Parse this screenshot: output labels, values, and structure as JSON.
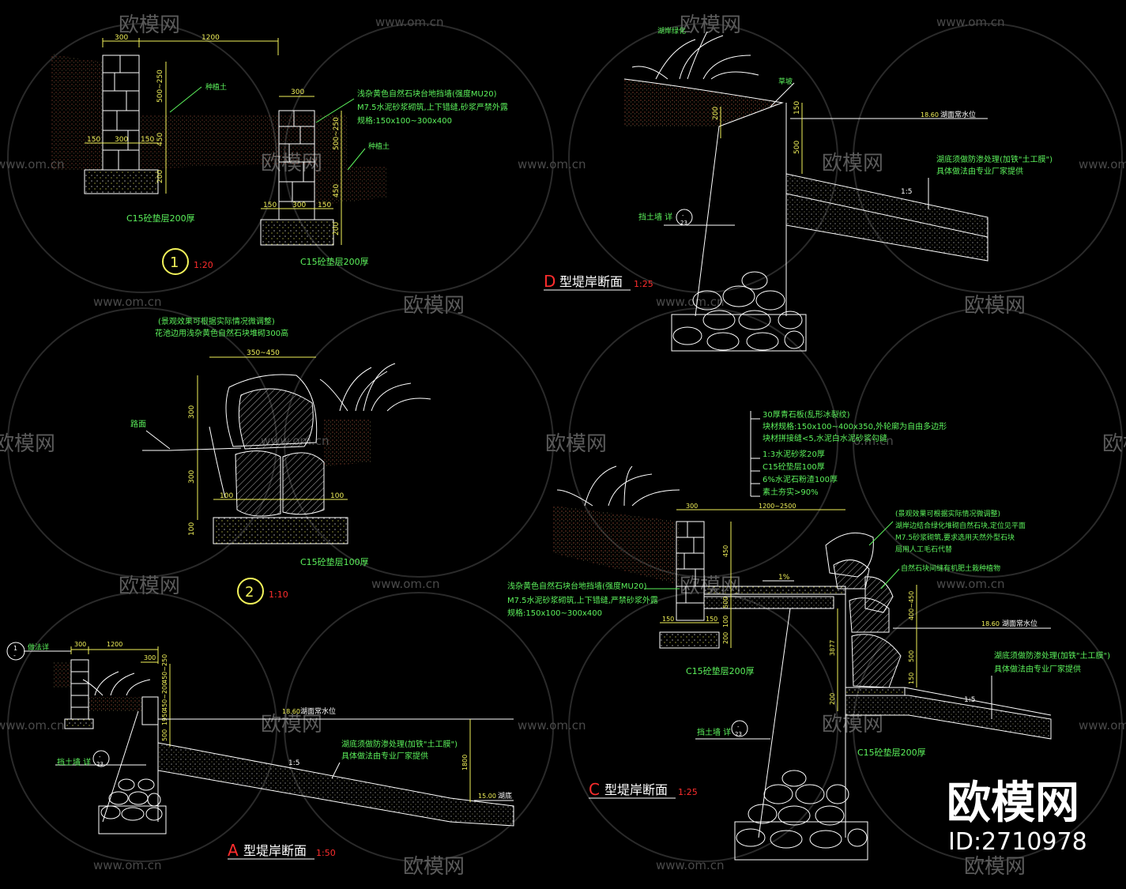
{
  "watermark": {
    "brand": "欧模网",
    "url": "www.om.cn",
    "url_fragment": "o.m.cn",
    "big_brand": "欧模网",
    "id_label": "ID:2710978"
  },
  "detail1": {
    "dims": {
      "top_300": "300",
      "top_1200": "1200",
      "h_500_250": "500~250",
      "h_450": "450",
      "h_200": "200",
      "b_150a": "150",
      "b_300": "300",
      "b_150b": "150",
      "r_300": "300",
      "r_500_250": "500~250",
      "r_450": "450",
      "r_200": "200",
      "rb_150a": "150",
      "rb_300": "300",
      "rb_150b": "150"
    },
    "soil_label": "种植土",
    "soil_label2": "种植土",
    "base_label": "C15砼垫层200厚",
    "base_label2": "C15砼垫层200厚",
    "note1": "浅杂黄色自然石块台地挡墙(强度MU20)",
    "note2": "M7.5水泥砂浆砌筑,上下错缝,砂浆严禁外露",
    "note3": "规格:150x100~300x400",
    "circle_no": "1",
    "scale": "1:20"
  },
  "detail2": {
    "note1": "(景观效果可根据实际情况微调整)",
    "note2": "花池边用浅杂黄色自然石块堆砌300高",
    "dim_top": "350~450",
    "dim_h1": "300",
    "dim_h2": "300",
    "dim_h3": "100",
    "dim_b1": "100",
    "dim_b2": "100",
    "road_label": "路面",
    "base_label": "C15砼垫层100厚",
    "circle_no": "2",
    "scale": "1:10"
  },
  "sectionD": {
    "plant_label": "湖岸绿化",
    "slope_label": "草坡",
    "water_level": "18.60",
    "water_label": "湖面常水位",
    "dim_200": "200",
    "dim_150": "150",
    "dim_500": "500",
    "liner1": "湖底须做防渗处理(加铁\"土工膜\")",
    "liner2": "具体做法由专业厂家提供",
    "slope_ratio": "1:5",
    "retaining": "挡土墙 详",
    "ref_top": "-",
    "ref_bottom": "23",
    "title_letter": "D",
    "title": "型堤岸断面",
    "scale": "1:25"
  },
  "sectionA": {
    "ref_top": "1",
    "ref_bottom": "-",
    "detail_ref": "做法详",
    "dim_300a": "300",
    "dim_1200": "1200",
    "dim_300b": "300",
    "dim_450_250": "450~250",
    "dim_450_200": "450~200",
    "dim_1950": "1950",
    "dim_500": "500",
    "dim_1800": "1800",
    "water_level": "18.60",
    "water_label": "湖面常水位",
    "liner1": "湖底须做防渗处理(加铁\"土工膜\")",
    "liner2": "具体做法由专业厂家提供",
    "slope_ratio": "1:5",
    "retaining": "挡土墙 详",
    "ref2_top": "-",
    "ref2_bottom": "23",
    "bed_level": "15.00",
    "bed_label": "湖底",
    "title_letter": "A",
    "title": "型堤岸断面",
    "scale": "1:50"
  },
  "sectionC": {
    "layers": [
      "30厚青石板(乱形冰裂纹)",
      "块材规格:150x100~400x350,外轮廓为自由多边形",
      "块材拼接缝<5,水泥白水泥砂浆勾缝",
      "1:3水泥砂浆20厚",
      "C15砼垫层100厚",
      "6%水泥石粉渣100厚",
      "素土夯实>90%"
    ],
    "dim_300": "300",
    "dim_1200_2500": "1200~2500",
    "dim_450": "450",
    "dim_500": "500",
    "dim_150a": "150",
    "dim_200": "200",
    "dim_150b": "150",
    "dim_100": "100",
    "dim_3877": "3877",
    "dim_200b": "200",
    "dim_400_450": "400~450",
    "dim_500b": "500",
    "dim_150c": "150",
    "grade": "1%",
    "wall_note1": "浅杂黄色自然石块台地挡墙(强度MU20)",
    "wall_note2": "M7.5水泥砂浆砌筑,上下错缝,严禁砂浆外露",
    "wall_note3": "规格:150x100~300x400",
    "base_label": "C15砼垫层200厚",
    "stone_note1": "(景观效果可根据实际情况微调整)",
    "stone_note2": "湖岸边结合绿化堆砌自然石块,定位见平面",
    "stone_note3": "M7.5砂浆砌筑,要求选用天然外型石块",
    "stone_note4": "局用人工毛石代替",
    "stone_note5": "自然石块间缝有机肥土栽种植物",
    "water_level": "18.60",
    "water_label": "湖面常水位",
    "liner1": "湖底须做防渗处理(加铁\"土工膜\")",
    "liner2": "具体做法由专业厂家提供",
    "slope_ratio": "1:5",
    "base_label2": "C15砼垫层200厚",
    "retaining": "挡土墙 详",
    "ref_top": "-",
    "ref_bottom": "23",
    "title_letter": "C",
    "title": "型堤岸断面",
    "scale": "1:25"
  },
  "colors": {
    "background": "#000000",
    "dimension": "#f2f25a",
    "annotation": "#5cf25c",
    "linework": "#ffffff",
    "scale_text": "#ff2d2d",
    "watermark": "#5a5a5a"
  }
}
